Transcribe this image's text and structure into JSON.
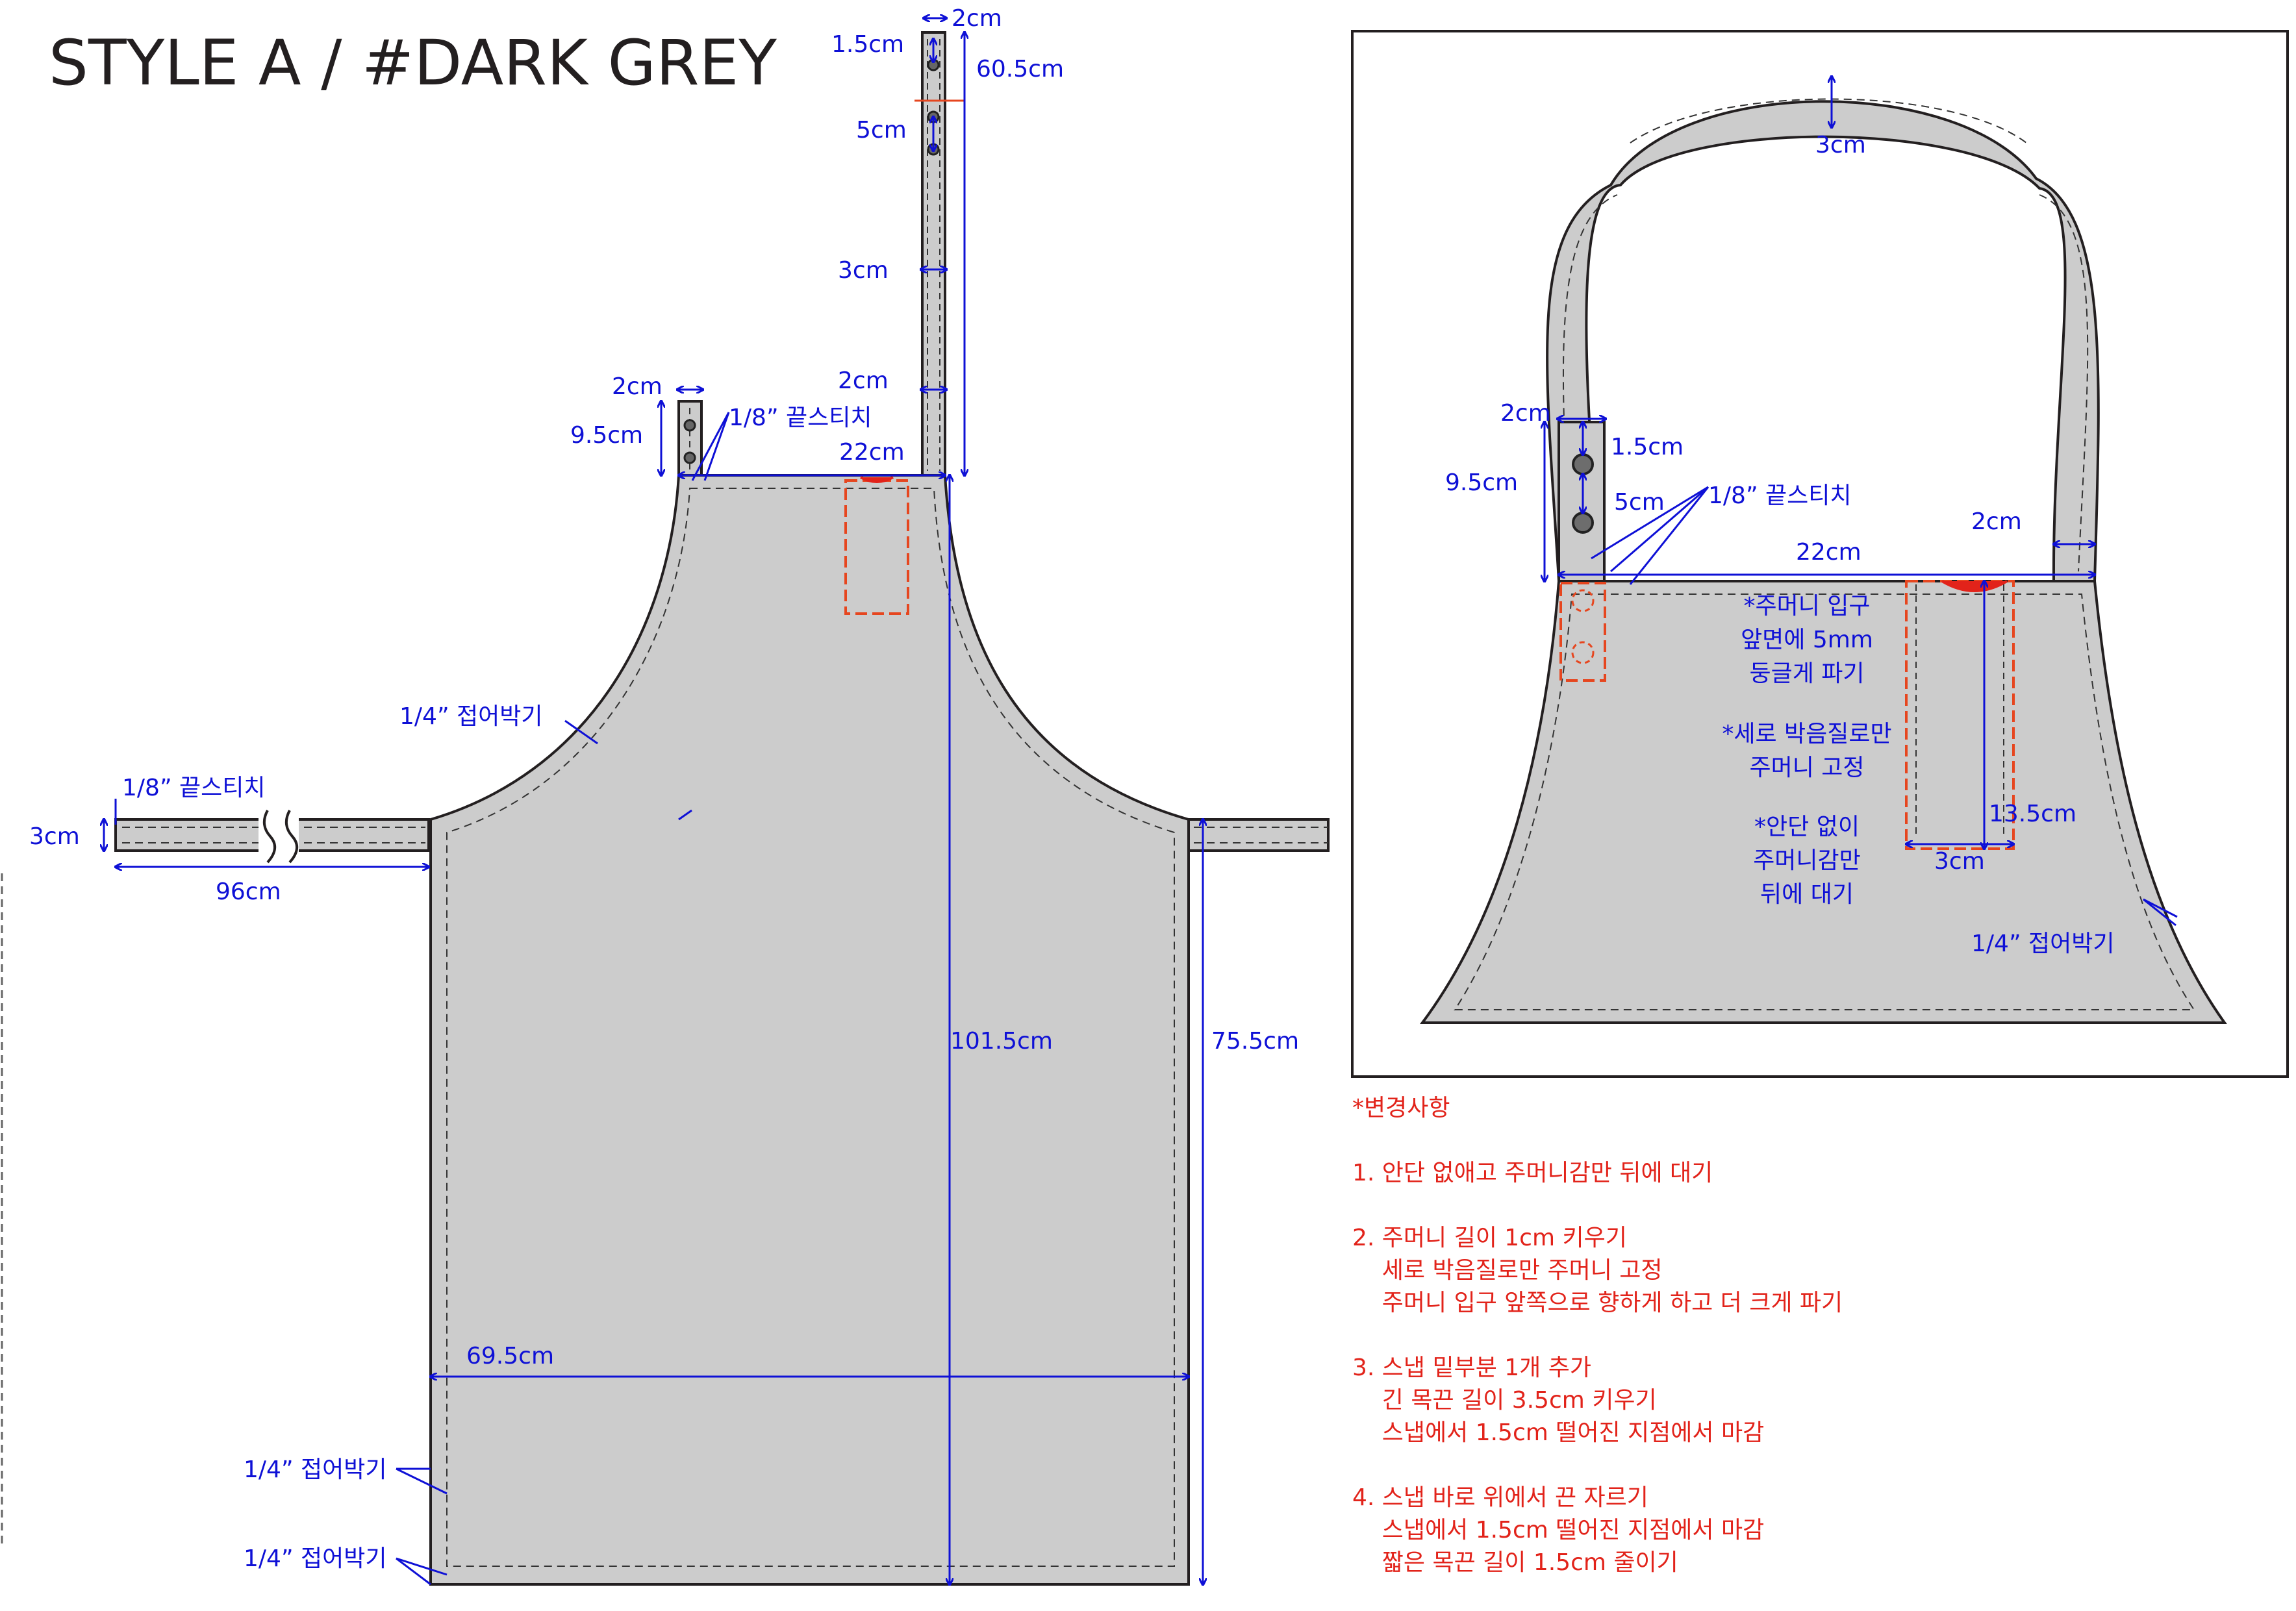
{
  "title": "STYLE A / #DARK GREY",
  "colors": {
    "fabric": "#cccccc",
    "outline": "#231f20",
    "dimension": "#0e10d6",
    "pocket": "#e6461f",
    "notes": "#e2231a"
  },
  "icons": [
    "snap-button-icon",
    "break-mark-icon"
  ],
  "main_labels": {
    "neck_long_width": "2cm",
    "neck_long_snap_gap": "1.5cm",
    "neck_long_length": "60.5cm",
    "neck_long_snap_spacing": "5cm",
    "neck_long_strap_width": "3cm",
    "neck_long_base_width": "2cm",
    "neck_short_width": "2cm",
    "neck_short_length": "9.5cm",
    "edge_stitch": "1/8” 끝스티치",
    "top_width": "22cm",
    "armhole_hem": "1/4” 접어박기",
    "waist_tie_stitch": "1/8” 끝스티치",
    "waist_tie_width": "3cm",
    "waist_tie_length": "96cm",
    "total_length": "101.5cm",
    "side_length": "75.5cm",
    "body_width": "69.5cm",
    "side_hem": "1/4” 접어박기",
    "bottom_hem": "1/4” 접어박기"
  },
  "detail_labels": {
    "strap_width": "3cm",
    "short_strap_width": "2cm",
    "short_strap_length": "9.5cm",
    "snap_gap": "1.5cm",
    "snap_spacing": "5cm",
    "edge_stitch": "1/8” 끝스티치",
    "long_strap_width": "2cm",
    "top_width": "22cm",
    "pocket_note_1": [
      "*주머니 입구",
      "앞면에 5mm",
      "둥글게 파기"
    ],
    "pocket_note_2": [
      "*세로 박음질로만",
      "주머니 고정"
    ],
    "pocket_note_3": [
      "*안단 없이",
      "주머니감만",
      "뒤에 대기"
    ],
    "pocket_length": "13.5cm",
    "pocket_width": "3cm",
    "side_hem": "1/4” 접어박기"
  },
  "changes": {
    "heading": "*변경사항",
    "items": [
      [
        "1. 안단 없애고 주머니감만 뒤에 대기"
      ],
      [
        "2. 주머니 길이 1cm 키우기",
        "    세로 박음질로만 주머니 고정",
        "    주머니 입구 앞쪽으로 향하게 하고 더 크게 파기"
      ],
      [
        "3. 스냅 밑부분 1개 추가",
        "    긴 목끈 길이 3.5cm 키우기",
        "    스냅에서 1.5cm 떨어진 지점에서 마감"
      ],
      [
        "4. 스냅 바로 위에서 끈 자르기",
        "    스냅에서 1.5cm 떨어진 지점에서 마감",
        "    짧은 목끈 길이 1.5cm 줄이기"
      ]
    ]
  }
}
